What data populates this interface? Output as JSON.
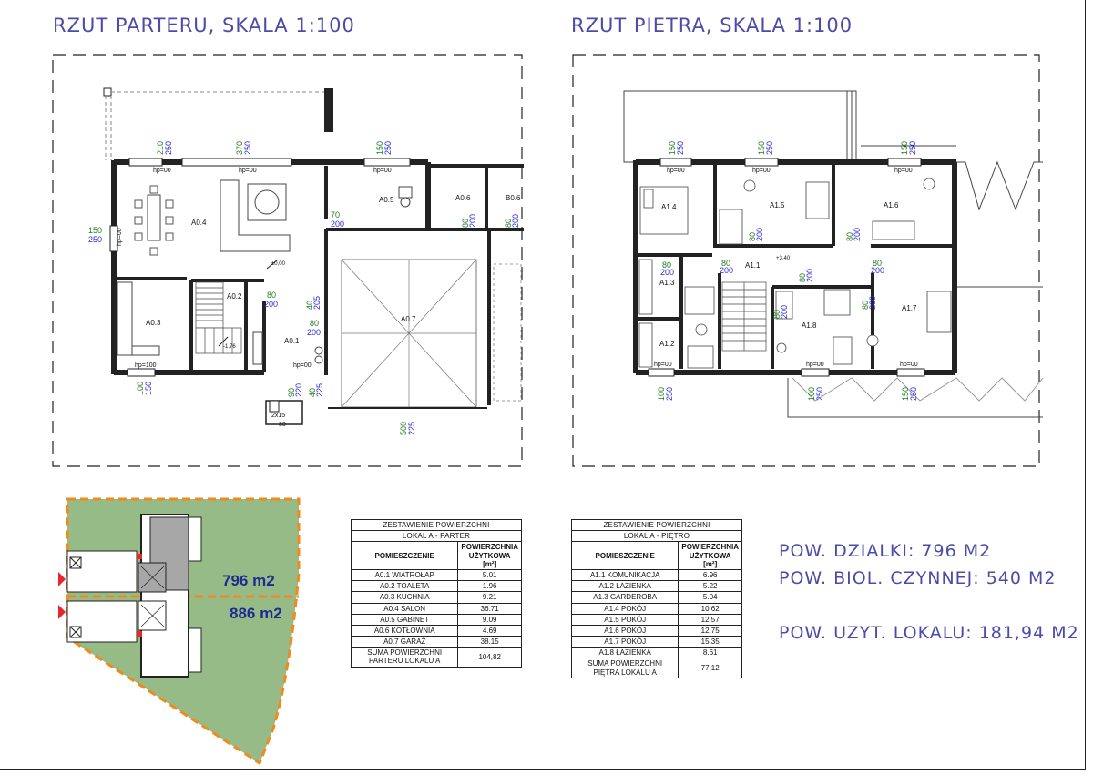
{
  "titles": {
    "ground": "RZUT PARTERU, SKALA 1:100",
    "upper": "RZUT PIETRA, SKALA 1:100"
  },
  "ground_plan": {
    "rooms": [
      "A0.1",
      "A0.2",
      "A0.3",
      "A0.4",
      "A0.5",
      "A0.6",
      "B0.6",
      "A0.7"
    ],
    "openings": [
      {
        "w": "210",
        "h": "250"
      },
      {
        "w": "370",
        "h": "250"
      },
      {
        "w": "150",
        "h": "250"
      },
      {
        "w": "150",
        "h": "250"
      },
      {
        "w": "80",
        "h": "200"
      },
      {
        "w": "80",
        "h": "200"
      },
      {
        "w": "70",
        "h": "200"
      },
      {
        "w": "80",
        "h": "200"
      },
      {
        "w": "80",
        "h": "200"
      },
      {
        "w": "40",
        "h": "205"
      },
      {
        "w": "100",
        "h": "150"
      },
      {
        "w": "90",
        "h": "220"
      },
      {
        "w": "40",
        "h": "225"
      },
      {
        "w": "500",
        "h": "225"
      }
    ],
    "sill_labels": [
      "hp=00",
      "hp=00",
      "hp=00",
      "hp=00",
      "hp=100",
      "hp=00"
    ],
    "level_labels": [
      "±0,00",
      "-1,76"
    ],
    "step": {
      "size": "2x15",
      "depth": "30"
    },
    "small_labels": [
      "80",
      "200"
    ]
  },
  "upper_plan": {
    "rooms": [
      "A1.1",
      "A1.2",
      "A1.3",
      "A1.4",
      "A1.5",
      "A1.6",
      "A1.7",
      "A1.8"
    ],
    "openings": [
      {
        "w": "150",
        "h": "250"
      },
      {
        "w": "150",
        "h": "250"
      },
      {
        "w": "150",
        "h": "250"
      },
      {
        "w": "100",
        "h": "250"
      },
      {
        "w": "100",
        "h": "250"
      },
      {
        "w": "150",
        "h": "250"
      },
      {
        "w": "80",
        "h": "200"
      },
      {
        "w": "80",
        "h": "200"
      },
      {
        "w": "80",
        "h": "200"
      },
      {
        "w": "80",
        "h": "200"
      },
      {
        "w": "80",
        "h": "200"
      },
      {
        "w": "80",
        "h": "200"
      },
      {
        "w": "80",
        "h": "200"
      },
      {
        "w": "80",
        "h": "200"
      }
    ],
    "sill_labels": [
      "hp=00",
      "hp=00",
      "hp=00",
      "hp=00",
      "hp=00",
      "hp=00"
    ],
    "level_labels": [
      "+3,40"
    ]
  },
  "site": {
    "upper_area": "796 m2",
    "lower_area": "886 m2",
    "colors": {
      "green": "#97bb86",
      "boundary": "#f08a1e",
      "entry": "#e8262c",
      "text": "#1f2b8f"
    }
  },
  "table_ground": {
    "title": "ZESTAWIENIE POWIERZCHNI",
    "subtitle": "LOKAL A - PARTER",
    "col_room": "POMIESZCZENIE",
    "col_area": "POWIERZCHNIA UŻYTKOWA [m²]",
    "rows": [
      {
        "room": "A0.1 WIATROŁAP",
        "area": "5.01"
      },
      {
        "room": "A0.2 TOALETA",
        "area": "1.96"
      },
      {
        "room": "A0.3 KUCHNIA",
        "area": "9.21"
      },
      {
        "room": "A0.4 SALON",
        "area": "36.71"
      },
      {
        "room": "A0.5 GABINET",
        "area": "9.09"
      },
      {
        "room": "A0.6 KOTŁOWNIA",
        "area": "4.69"
      },
      {
        "room": "A0.7 GARAŻ",
        "area": "38.15"
      }
    ],
    "sum_label": "SUMA POWIERZCHNI PARTERU LOKALU A",
    "sum_value": "104,82"
  },
  "table_upper": {
    "title": "ZESTAWIENIE POWIERZCHNI",
    "subtitle": "LOKAL A - PIĘTRO",
    "col_room": "POMIESZCZENIE",
    "col_area": "POWIERZCHNIA UŻYTKOWA [m²]",
    "rows": [
      {
        "room": "A1.1 KOMUNIKACJA",
        "area": "6.96"
      },
      {
        "room": "A1.2 ŁAZIENKA",
        "area": "5.22"
      },
      {
        "room": "A1.3 GARDEROBA",
        "area": "5.04"
      },
      {
        "room": "A1.4 POKÓJ",
        "area": "10.62"
      },
      {
        "room": "A1.5 POKÓJ",
        "area": "12.57"
      },
      {
        "room": "A1.6 POKÓJ",
        "area": "12.75"
      },
      {
        "room": "A1.7 POKÓJ",
        "area": "15.35"
      },
      {
        "room": "A1.8 ŁAZIENKA",
        "area": "8.61"
      }
    ],
    "sum_label": "SUMA POWIERZCHNI PIĘTRA LOKALU A",
    "sum_value": "77,12"
  },
  "summary": {
    "plot": "POW. DZIALKI: 796 M2",
    "bio": "POW. BIOL. CZYNNEJ: 540 M2",
    "usable": "POW. UZYT. LOKALU: 181,94 M2"
  },
  "colors": {
    "title_blue": "#4d4ba8",
    "wall": "#222222",
    "dim_green": "#1f7a1f",
    "dim_blue": "#2b2bd6"
  }
}
